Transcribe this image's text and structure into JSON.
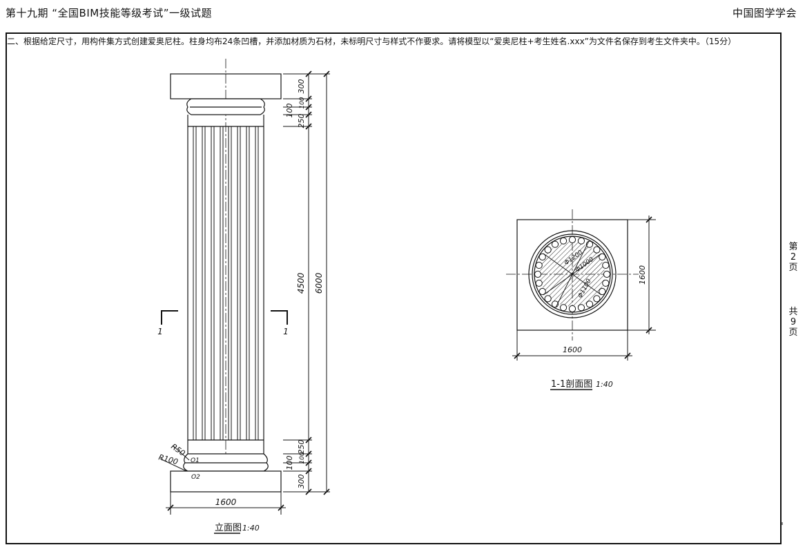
{
  "header": {
    "left_title": "第十九期 “全国BIM技能等级考试”一级试题",
    "right_org": "中国图学学会"
  },
  "question_text": "二、根据给定尺寸，用构件集方式创建爱奥尼柱。柱身均布24条凹槽，并添加材质为石材，未标明尺寸与样式不作要求。请将模型以“爱奥尼柱+考生姓名.xxx”为文件名保存到考生文件夹中。（15分）",
  "page_info": {
    "di": "第",
    "page": "2",
    "ye1": "页",
    "gong": "共",
    "total": "9",
    "ye2": "页"
  },
  "elevation": {
    "dims_right": [
      "300",
      "100",
      "250",
      "4500",
      "250",
      "100",
      "300"
    ],
    "total_height": "6000",
    "bottom_width": "1600",
    "section_mark_left": "1",
    "section_mark_right": "1",
    "radius_1": "R50",
    "radius_2": "R100",
    "center_1": "O1",
    "center_2": "O2",
    "title": "立面图",
    "scale": "1:40"
  },
  "section": {
    "dim_side": "1600",
    "dim_bottom": "1600",
    "diam_labels": [
      "Φ1200",
      "Φ1000",
      "Φ1100"
    ],
    "title": "1-1剖面图",
    "scale": "1:40"
  }
}
